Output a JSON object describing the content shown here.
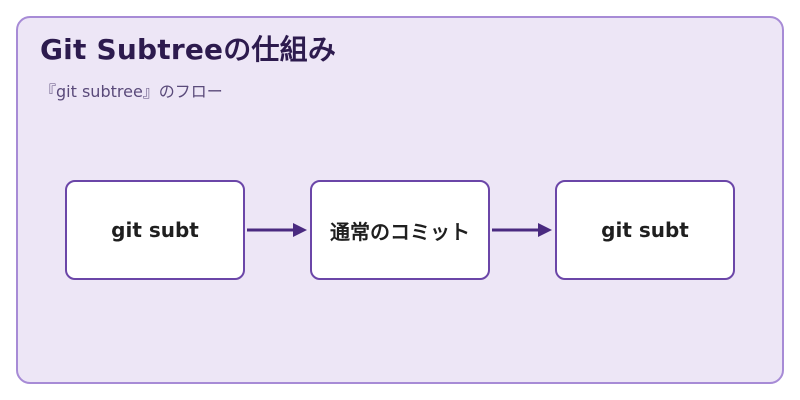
{
  "title": "Git Subtreeの仕組み",
  "subtitle": "『git subtree』のフロー",
  "nodes": [
    {
      "label": "git subt"
    },
    {
      "label": "通常のコミット"
    },
    {
      "label": "git subt"
    }
  ],
  "colors": {
    "panel_bg": "#ede6f6",
    "panel_border": "#a78bd6",
    "node_border": "#6b46a8",
    "arrow": "#4a2a80",
    "title": "#2d1b4e"
  }
}
